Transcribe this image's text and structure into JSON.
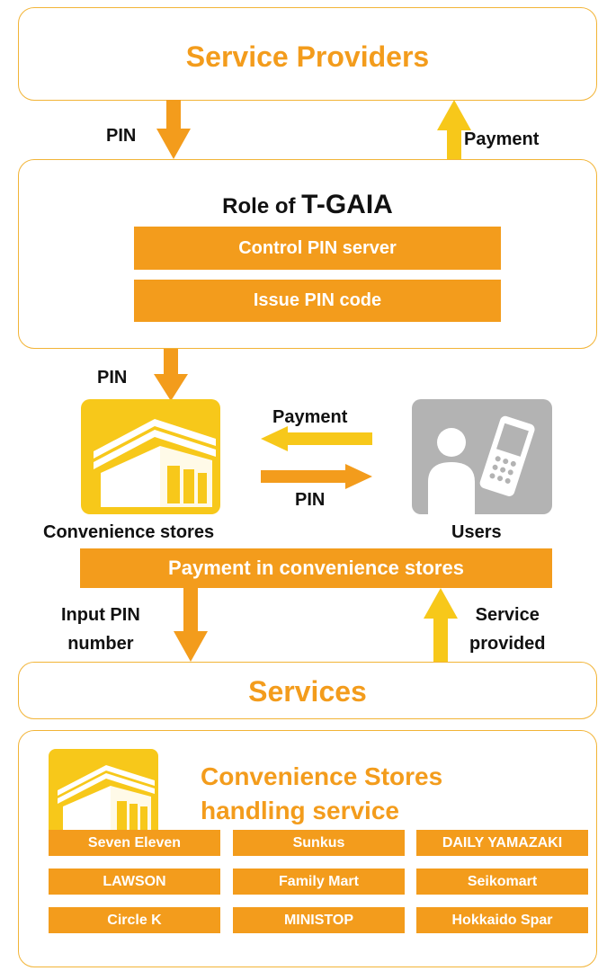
{
  "providers": {
    "title": "Service Providers"
  },
  "arrows": {
    "pin_down_1": "PIN",
    "payment_up_1": "Payment",
    "pin_down_2": "PIN",
    "payment_left": "Payment",
    "pin_right": "PIN",
    "input_pin_line1": "Input PIN",
    "input_pin_line2": "number",
    "service_provided_line1": "Service",
    "service_provided_line2": "provided"
  },
  "tgaia": {
    "title_prefix": "Role of ",
    "title_brand": "T-GAIA",
    "bars": [
      "Control PIN server",
      "Issue PIN code"
    ]
  },
  "convenience_icon": {
    "label": "Convenience stores",
    "icon": "store-building-icon"
  },
  "users_icon": {
    "label": "Users",
    "icon": "person-phone-icon"
  },
  "payment_bar": "Payment in convenience stores",
  "services": {
    "title": "Services"
  },
  "stores": {
    "title_line1": "Convenience Stores",
    "title_line2": "handling service",
    "items": [
      "Seven Eleven",
      "Sunkus",
      "DAILY YAMAZAKI",
      "LAWSON",
      "Family Mart",
      "Seikomart",
      "Circle K",
      "MINISTOP",
      "Hokkaido Spar"
    ]
  },
  "colors": {
    "orange": "#f39c1c",
    "border": "#f2b437",
    "yellow": "#f7c81a",
    "gray": "#b3b3b3"
  }
}
